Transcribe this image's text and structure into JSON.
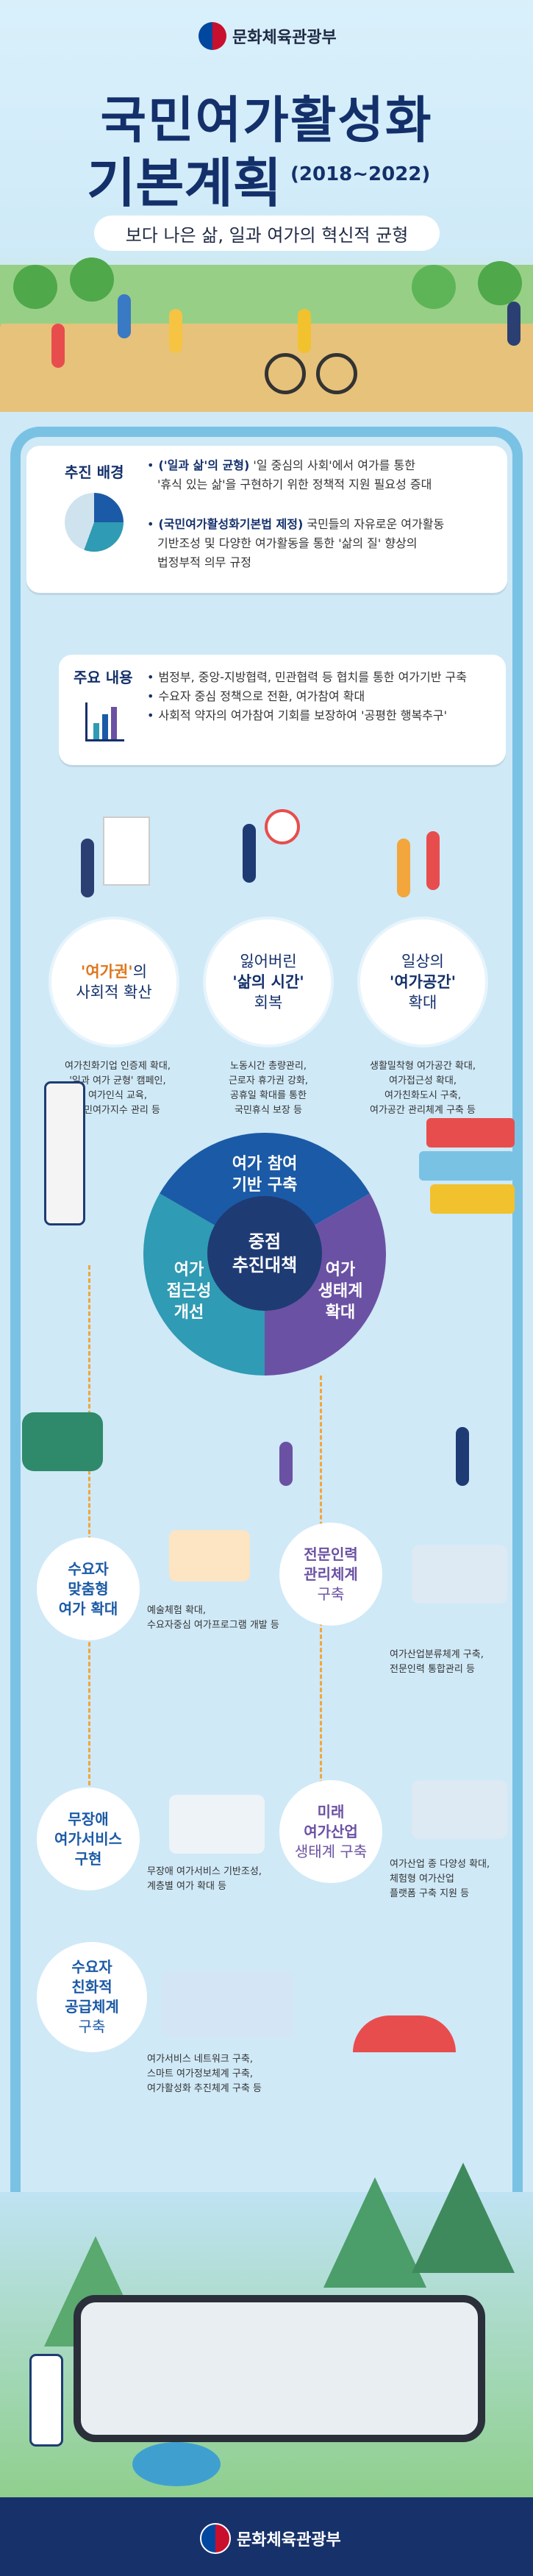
{
  "header": {
    "ministry": "문화체육관광부",
    "title_line1": "국민여가활성화",
    "title_line2": "기본계획",
    "title_years": "(2018~2022)",
    "subtitle": "보다 나은 삶, 일과 여가의 혁신적 균형"
  },
  "background": {
    "label": "추진 배경",
    "items": [
      {
        "bold": "('일과 삶'의 균형)",
        "text": " '일 중심의 사회'에서 여가를 통한",
        "text2": "'휴식 있는 삶'을 구현하기 위한 정책적 지원 필요성 증대"
      },
      {
        "bold": "(국민여가활성화기본법 제정)",
        "text": " 국민들의 자유로운 여가활동",
        "text2": "기반조성 및 다양한 여가활동을 통한 '삶의 질' 향상의",
        "text3": "법정부적 의무 규정"
      }
    ]
  },
  "contents": {
    "label": "주요 내용",
    "items": [
      "범정부, 중앙-지방협력, 민관협력 등 협치를 통한 여가기반 구축",
      "수요자 중심 정책으로 전환, 여가참여 확대",
      "사회적 약자의 여가참여 기회를 보장하여 '공평한 행복추구'"
    ]
  },
  "top_tasks": [
    {
      "line1_bold": "'여가권'",
      "line1_rest": "의",
      "line2": "사회적 확산",
      "desc": [
        "여가친화기업 인증제 확대,",
        "'일과 여가 균형' 캠페인,",
        "여가인식 교육,",
        "국민여가지수 관리 등"
      ]
    },
    {
      "line1": "잃어버린",
      "line2_bold": "'삶의 시간'",
      "line3": "회복",
      "desc": [
        "노동시간 총량관리,",
        "근로자 휴가권 강화,",
        "공휴일 확대를 통한",
        "국민휴식 보장 등"
      ]
    },
    {
      "line1": "일상의",
      "line2_bold": "'여가공간'",
      "line3": "확대",
      "desc": [
        "생활밀착형 여가공간 확대,",
        "여가접근성 확대,",
        "여가친화도시 구축,",
        "여가공간 관리체계 구축 등"
      ]
    }
  ],
  "strategy": {
    "center": [
      "중점",
      "추진대책"
    ],
    "top": [
      "여가 참여",
      "기반 구축"
    ],
    "left": [
      "여가",
      "접근성",
      "개선"
    ],
    "right": [
      "여가",
      "생태계",
      "확대"
    ],
    "colors": {
      "top": "#1b5aa6",
      "left": "#2f9bb4",
      "right": "#6b51a3",
      "core": "#1e3b74"
    }
  },
  "left_items": [
    {
      "lines": [
        "수요자",
        "맞춤형",
        "여가 확대"
      ],
      "desc": [
        "예술체험 확대,",
        "수요자중심 여가프로그램 개발 등"
      ]
    },
    {
      "lines": [
        "무장애",
        "여가서비스",
        "구현"
      ],
      "desc": [
        "무장애 여가서비스 기반조성,",
        "계층별 여가 확대 등"
      ]
    },
    {
      "lines": [
        "수요자",
        "친화적",
        "공급체계",
        "구축"
      ],
      "desc": [
        "여가서비스 네트워크 구축,",
        "스마트 여가정보체계 구축,",
        "여가활성화 추진체계 구축 등"
      ]
    }
  ],
  "right_items": [
    {
      "bold": [
        "전문인력",
        "관리체계"
      ],
      "rest": "구축",
      "desc": [
        "여가산업분류체계 구축,",
        "전문인력 통합관리 등"
      ]
    },
    {
      "bold": [
        "미래",
        "여가산업"
      ],
      "rest": "생태계 구축",
      "desc": [
        "여가산업 종 다양성 확대,",
        "체험형 여가산업",
        "플랫폼 구축 지원 등"
      ]
    }
  ],
  "footer": {
    "ministry": "문화체육관광부"
  }
}
